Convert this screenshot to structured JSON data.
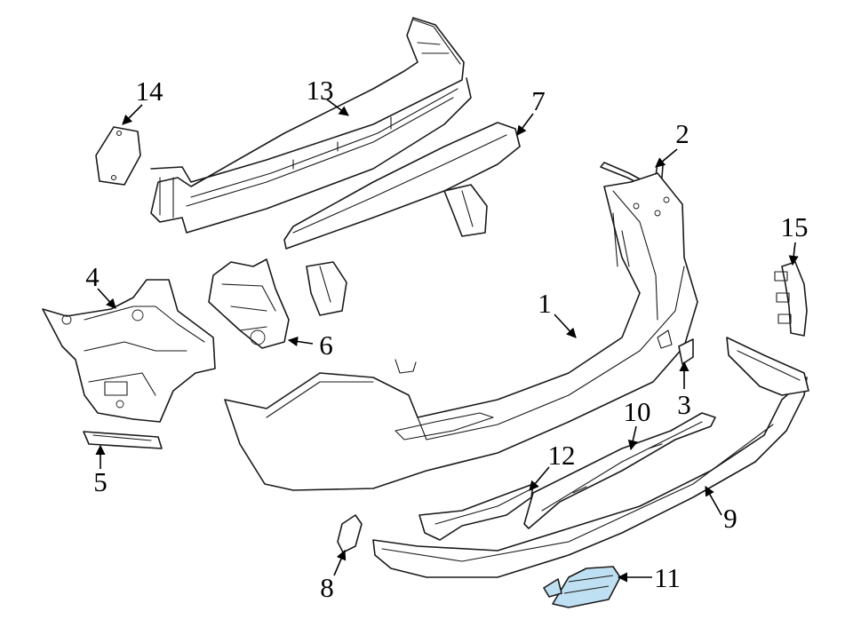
{
  "callouts": [
    {
      "id": "1",
      "label": "1"
    },
    {
      "id": "2",
      "label": "2"
    },
    {
      "id": "3",
      "label": "3"
    },
    {
      "id": "4",
      "label": "4"
    },
    {
      "id": "5",
      "label": "5"
    },
    {
      "id": "6",
      "label": "6"
    },
    {
      "id": "7",
      "label": "7"
    },
    {
      "id": "8",
      "label": "8"
    },
    {
      "id": "9",
      "label": "9"
    },
    {
      "id": "10",
      "label": "10"
    },
    {
      "id": "11",
      "label": "11"
    },
    {
      "id": "12",
      "label": "12"
    },
    {
      "id": "13",
      "label": "13"
    },
    {
      "id": "14",
      "label": "14"
    },
    {
      "id": "15",
      "label": "15"
    }
  ],
  "highlight_color": "#bfe0f2",
  "highlighted_part": "11"
}
